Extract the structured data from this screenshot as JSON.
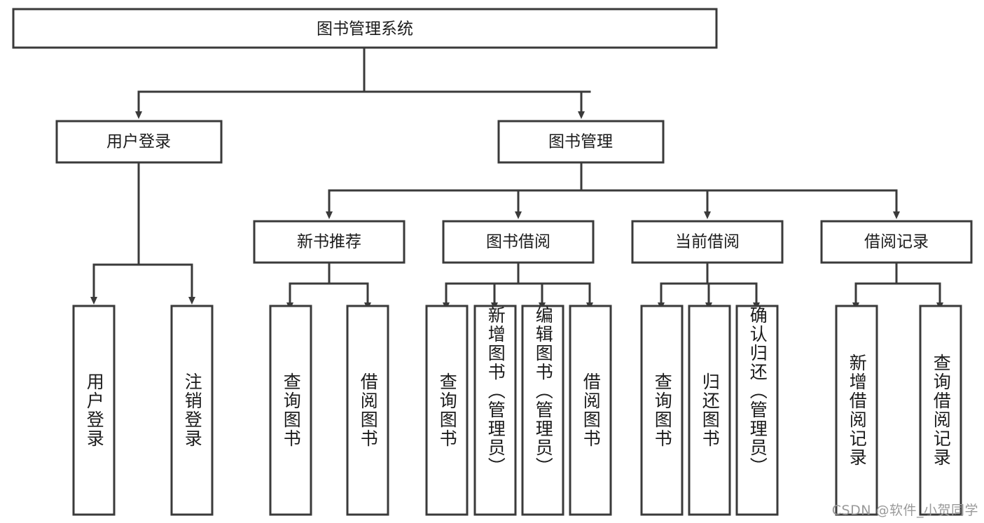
{
  "diagram": {
    "type": "hierarchy-tree",
    "title": "图书管理系统",
    "root": {
      "id": "root",
      "label": "图书管理系统"
    },
    "level2": [
      {
        "id": "user-login",
        "label": "用户登录"
      },
      {
        "id": "book-management",
        "label": "图书管理"
      }
    ],
    "level3": [
      {
        "id": "new-book-recommend",
        "label": "新书推荐",
        "parent": "book-management"
      },
      {
        "id": "book-borrow",
        "label": "图书借阅",
        "parent": "book-management"
      },
      {
        "id": "current-borrow",
        "label": "当前借阅",
        "parent": "book-management"
      },
      {
        "id": "borrow-record",
        "label": "借阅记录",
        "parent": "book-management"
      }
    ],
    "leaves": {
      "user-login": [
        {
          "id": "leaf-user-login",
          "label": "用户登录"
        },
        {
          "id": "leaf-user-logout",
          "label": "注销登录"
        }
      ],
      "new-book-recommend": [
        {
          "id": "leaf-query-book-1",
          "label": "查询图书"
        },
        {
          "id": "leaf-borrow-book-1",
          "label": "借阅图书"
        }
      ],
      "book-borrow": [
        {
          "id": "leaf-query-book-2",
          "label": "查询图书"
        },
        {
          "id": "leaf-add-book",
          "label": "新增图书（管理员）"
        },
        {
          "id": "leaf-edit-book",
          "label": "编辑图书（管理员）"
        },
        {
          "id": "leaf-borrow-book-2",
          "label": "借阅图书"
        }
      ],
      "current-borrow": [
        {
          "id": "leaf-query-book-3",
          "label": "查询图书"
        },
        {
          "id": "leaf-return-book",
          "label": "归还图书"
        },
        {
          "id": "leaf-confirm-return",
          "label": "确认归还（管理员）"
        }
      ],
      "borrow-record": [
        {
          "id": "leaf-add-record",
          "label": "新增借阅记录"
        },
        {
          "id": "leaf-query-record",
          "label": "查询借阅记录"
        }
      ]
    }
  },
  "watermark": {
    "text": "CSDN @软件_小贺同学"
  },
  "colors": {
    "box_stroke": "#3a3a3a",
    "box_fill": "#ffffff",
    "text": "#1b1b1b",
    "watermark": "#9a9a9a",
    "background": "#ffffff"
  }
}
